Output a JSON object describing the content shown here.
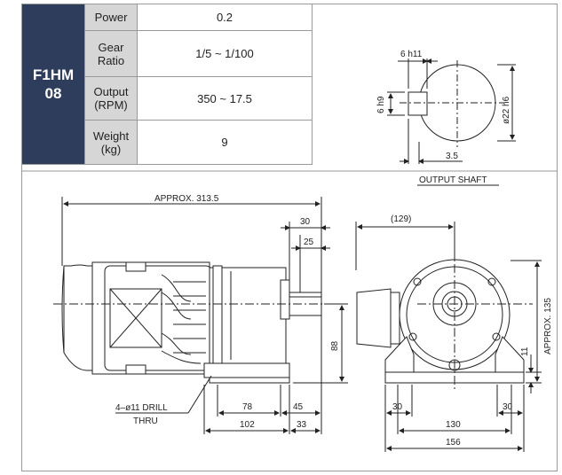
{
  "spec": {
    "model_line1": "F1HM",
    "model_line2": "08",
    "rows": [
      {
        "label": "Power",
        "value": "0.2"
      },
      {
        "label": "Gear Ratio",
        "value": "1/5 ~ 1/100"
      },
      {
        "label": "Output (RPM)",
        "value": "350 ~ 17.5"
      },
      {
        "label": "Weight (kg)",
        "value": "9"
      }
    ]
  },
  "shaft": {
    "width_label": "6 h11",
    "key_label": "6 h9",
    "dia_label": "ø22 h6",
    "depth_label": "3.5",
    "caption": "OUTPUT SHAFT"
  },
  "side": {
    "overall": "APPROX. 313.5",
    "shaft_30": "30",
    "shaft_25": "25",
    "height_88": "88",
    "drill_line1": "4–ø11 DRILL",
    "drill_line2": "THRU",
    "base_78": "78",
    "base_102": "102",
    "base_45": "45",
    "base_33": "33"
  },
  "front": {
    "width_129": "(129)",
    "height_135": "APPROX. 135",
    "foot_11": "11",
    "foot_left_30": "30",
    "foot_right_30": "30",
    "span_130": "130",
    "span_156": "156"
  }
}
